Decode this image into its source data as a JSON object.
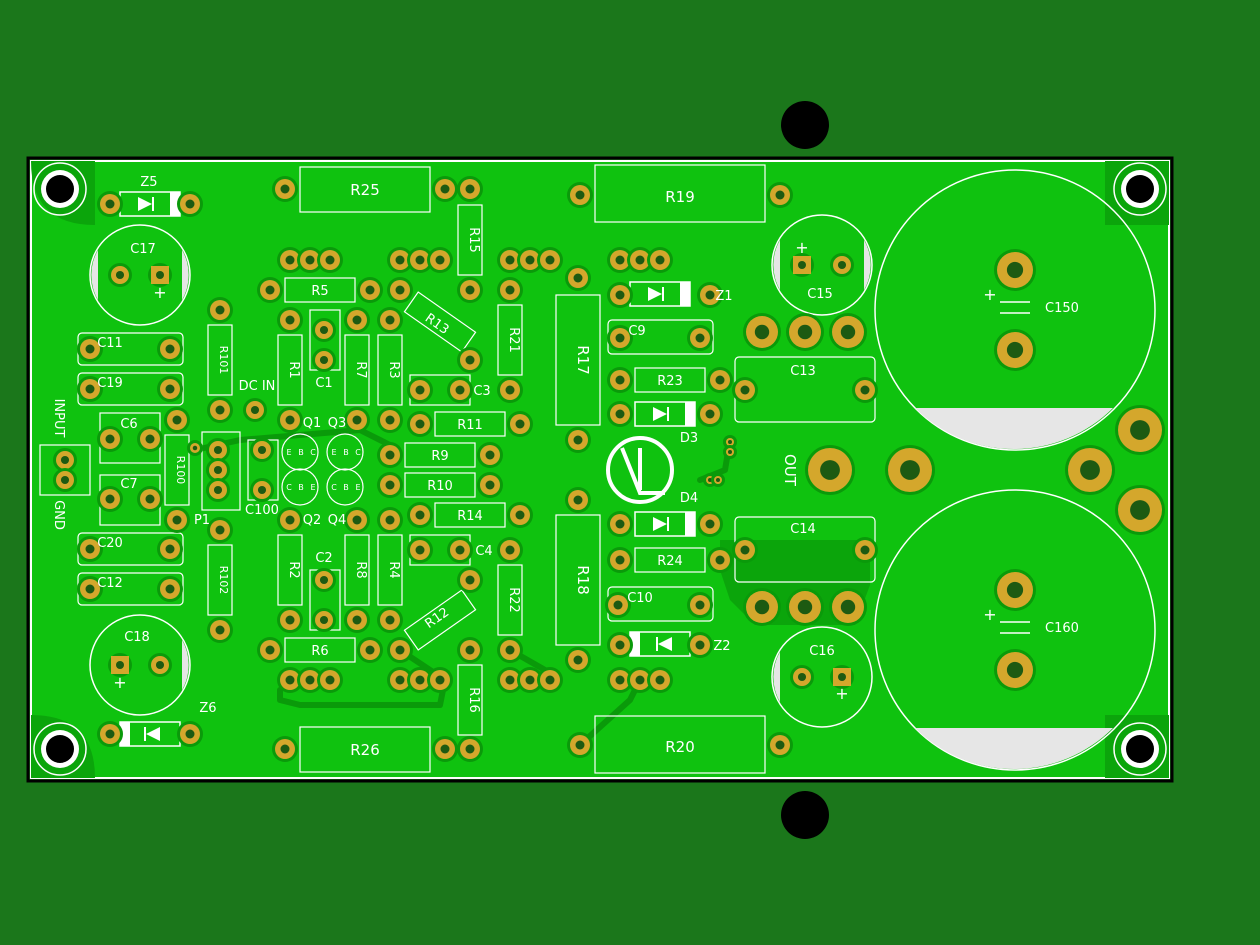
{
  "colors": {
    "background": "#1b771b",
    "board": "#0fc20f",
    "copper": "#0ba50b",
    "pad": "#d4a72c",
    "pad_hole": "#1d5a12",
    "silkscreen": "#ffffff",
    "mounting_hole": "#000000"
  },
  "icons": {
    "logo": "vl-logo-icon",
    "diode": "diode-icon",
    "capacitor": "capacitor-icon",
    "mounting_hole": "mounting-hole-icon"
  },
  "labels": {
    "dc_in": "DC IN",
    "out": "OUT",
    "input": "INPUT",
    "gnd": "GND",
    "plus": "+"
  },
  "components": {
    "R25": "R25",
    "R26": "R26",
    "R19": "R19",
    "R20": "R20",
    "R15": "R15",
    "R16": "R16",
    "R5": "R5",
    "R6": "R6",
    "R13": "R13",
    "R12": "R12",
    "R21": "R21",
    "R22": "R22",
    "R17": "R17",
    "R18": "R18",
    "R1": "R1",
    "R2": "R2",
    "R7": "R7",
    "R8": "R8",
    "R3": "R3",
    "R4": "R4",
    "R11": "R11",
    "R9": "R9",
    "R10": "R10",
    "R14": "R14",
    "R23": "R23",
    "R24": "R24",
    "R100": "R100",
    "R101": "R101",
    "R102": "R102",
    "C1": "C1",
    "C2": "C2",
    "C3": "C3",
    "C4": "C4",
    "C6": "C6",
    "C7": "C7",
    "C9": "C9",
    "C10": "C10",
    "C11": "C11",
    "C12": "C12",
    "C13": "C13",
    "C14": "C14",
    "C15": "C15",
    "C16": "C16",
    "C17": "C17",
    "C18": "C18",
    "C19": "C19",
    "C20": "C20",
    "C100": "C100",
    "C150": "C150",
    "C160": "C160",
    "Z1": "Z1",
    "Z2": "Z2",
    "Z5": "Z5",
    "Z6": "Z6",
    "D3": "D3",
    "D4": "D4",
    "Q1": "Q1",
    "Q2": "Q2",
    "Q3": "Q3",
    "Q4": "Q4",
    "P1": "P1"
  },
  "transistor_pins": {
    "e": "E",
    "b": "B",
    "c": "C"
  }
}
